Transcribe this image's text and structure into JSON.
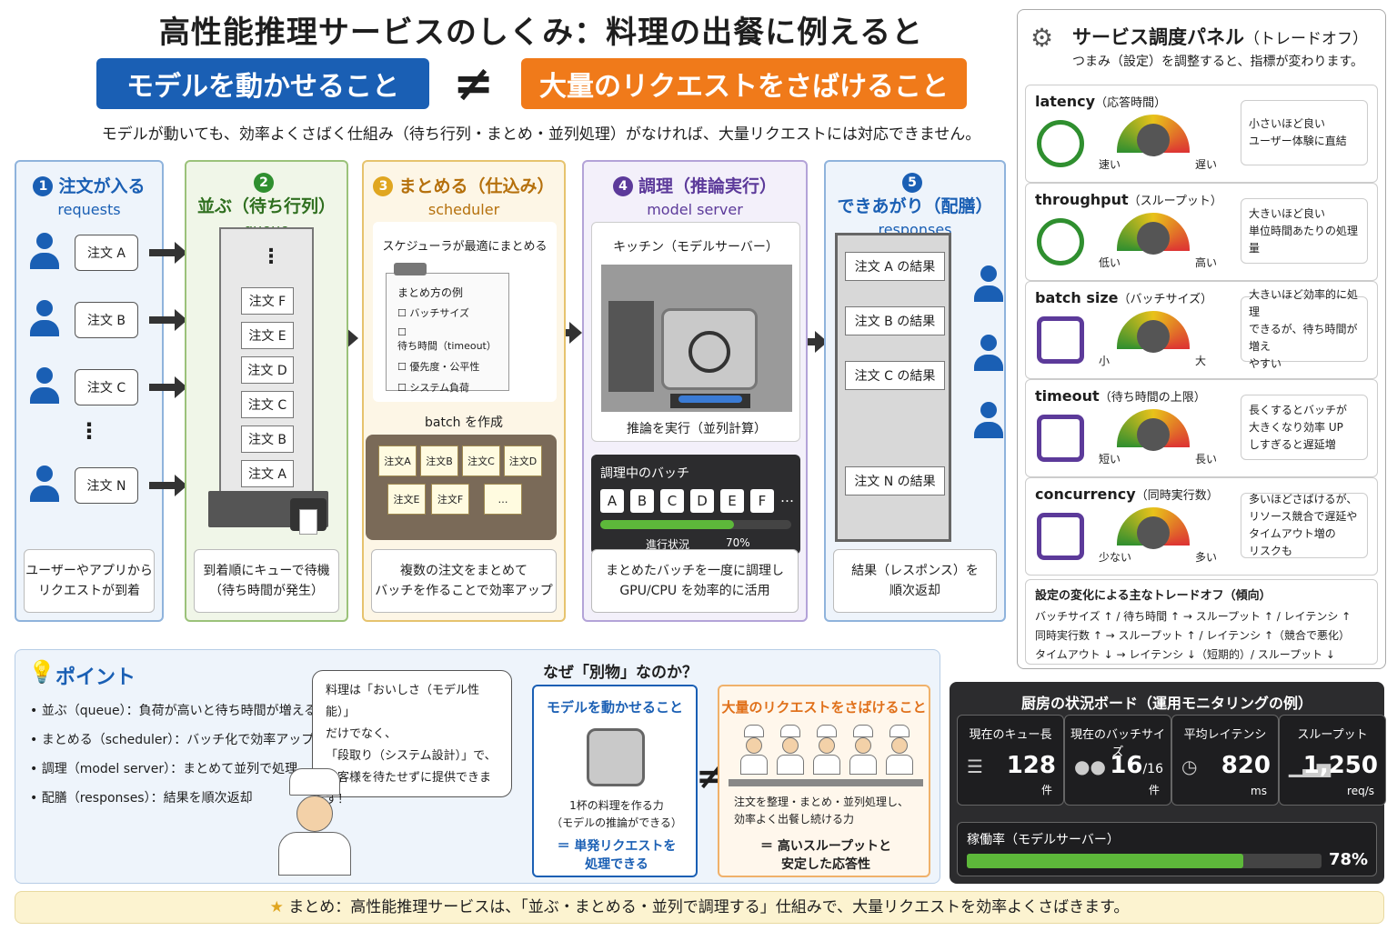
{
  "header": {
    "title": "高性能推理サービスのしくみ：料理の出餐に例えると",
    "left_pill": "モデルを動かせること",
    "neq": "≠",
    "right_pill": "大量のリクエストをさばけること",
    "subtitle": "モデルが動いても、効率よくさばく仕組み（待ち行列・まとめ・並列処理）がなければ、大量リクエストには対応できません。"
  },
  "colors": {
    "blue": "#1a5fb4",
    "orange": "#f07a1a",
    "green": "#2f8f2f",
    "purple": "#5c3a9a",
    "yellow": "#e0a620"
  },
  "stages": [
    {
      "num": "1",
      "title": "注文が入る",
      "sub": "requests",
      "caption": "ユーザーやアプリから\nリクエストが到着",
      "orders": [
        "注文 A",
        "注文 B",
        "注文 C",
        "注文 N"
      ],
      "dots": "⋮"
    },
    {
      "num": "2",
      "title": "並ぶ（待ち行列）",
      "sub": "queue",
      "caption": "到着順にキューで待機\n（待ち時間が発生）",
      "slots": [
        "注文 F",
        "注文 E",
        "注文 D",
        "注文 C",
        "注文 B",
        "注文 A"
      ],
      "dots": "⋮"
    },
    {
      "num": "3",
      "title": "まとめる（仕込み）",
      "sub": "scheduler",
      "caption": "複数の注文をまとめて\nバッチを作ることで効率アップ",
      "board_title": "スケジューラが最適にまとめる",
      "clip_title": "まとめ方の例",
      "options": [
        "バッチサイズ",
        "待ち時間（timeout）",
        "優先度・公平性",
        "システム負荷"
      ],
      "batch_label": "batch を作成",
      "chips": [
        "注文A",
        "注文B",
        "注文C",
        "注文D",
        "注文E",
        "注文F",
        "…"
      ]
    },
    {
      "num": "4",
      "title": "調理（推論実行）",
      "sub": "model server",
      "caption": "まとめたバッチを一度に調理し\nGPU/CPU を効率的に活用",
      "kitchen_title": "キッチン（モデルサーバー）",
      "kitchen_caption": "推論を実行（並列計算）",
      "batch_title": "調理中のバッチ",
      "letters": [
        "A",
        "B",
        "C",
        "D",
        "E",
        "F"
      ],
      "more": "…",
      "progress_label": "進行状況",
      "progress": "70%",
      "progress_value": 0.7
    },
    {
      "num": "5",
      "title": "できあがり（配膳）",
      "sub": "responses",
      "caption": "結果（レスポンス）を\n順次返却",
      "results": [
        "注文 A の結果",
        "注文 B の結果",
        "注文 C の結果",
        "注文 N の結果"
      ]
    }
  ],
  "panel": {
    "title": "サービス調度パネル",
    "title_suffix": "（トレードオフ）",
    "subtitle": "つまみ（設定）を調整すると、指標が変わります。",
    "rows": [
      {
        "label": "latency",
        "label_jp": "（応答時間）",
        "low": "速い",
        "high": "遅い",
        "desc": "小さいほど良い\nユーザー体験に直結",
        "icon": "clock-icon",
        "level": 0.7
      },
      {
        "label": "throughput",
        "label_jp": "（スループット）",
        "low": "低い",
        "high": "高い",
        "desc": "大きいほど良い\n単位時間あたりの処理量",
        "icon": "speedometer-icon",
        "level": 0.7
      },
      {
        "label": "batch size",
        "label_jp": "（バッチサイズ）",
        "low": "小",
        "high": "大",
        "desc": "大きいほど効率的に処理\nできるが、待ち時間が増え\nやすい",
        "icon": "people-icon",
        "level": 0.55
      },
      {
        "label": "timeout",
        "label_jp": "（待ち時間の上限）",
        "low": "短い",
        "high": "長い",
        "desc": "長くするとバッチが\n大きくなり効率 UP\nしすぎると遅延増",
        "icon": "hourglass-icon",
        "level": 0.6
      },
      {
        "label": "concurrency",
        "label_jp": "（同時実行数）",
        "low": "少ない",
        "high": "多い",
        "desc": "多いほどさばけるが、\nリソース競合で遅延や\nタイムアウト増の\nリスクも",
        "icon": "people-icon",
        "level": 0.5
      }
    ],
    "tradeoff_title": "設定の変化による主なトレードオフ（傾向）",
    "tradeoffs": [
      "バッチサイズ ↑ / 待ち時間 ↑ → スループット ↑ / レイテンシ ↑",
      "同時実行数 ↑ → スループット ↑ / レイテンシ ↑（競合で悪化）",
      "タイムアウト ↓ → レイテンシ ↓（短期的）/ スループット ↓"
    ]
  },
  "points": {
    "title": "ポイント",
    "items": [
      "並ぶ（queue）：負荷が高いと待ち時間が増える",
      "まとめる（scheduler）：バッチ化で効率アップ",
      "調理（model server）：まとめて並列で処理",
      "配膳（responses）：結果を順次返却"
    ],
    "speech": "料理は「おいしさ（モデル性能）」\nだけでなく、\n「段取り（システム設計）」で、\nお客様を待たせずに提供できます！"
  },
  "why": {
    "title": "なぜ「別物」なのか？",
    "left_title": "モデルを動かせること",
    "left_desc": "1杯の料理を作る力\n（モデルの推論ができる）",
    "left_result": "＝ 単発リクエストを\n処理できる",
    "neq": "≠",
    "right_title": "大量のリクエストをさばけること",
    "right_desc": "注文を整理・まとめ・並列処理し、\n効率よく出餐し続ける力",
    "right_result": "＝ 高いスループットと\n安定した応答性"
  },
  "board": {
    "title": "厨房の状況ボード（運用モニタリングの例）",
    "metrics": [
      {
        "label": "現在のキュー長",
        "value": "128",
        "unit": "件"
      },
      {
        "label": "現在のバッチサイズ",
        "value": "16",
        "value_suffix": "/16",
        "unit": "件"
      },
      {
        "label": "平均レイテンシ",
        "value": "820",
        "unit": "ms"
      },
      {
        "label": "スループット",
        "value": "1,250",
        "unit": "req/s"
      }
    ],
    "util_label": "稼働率（モデルサーバー）",
    "util_value": "78%",
    "util": 0.78
  },
  "summary": "まとめ：高性能推理サービスは、「並ぶ・まとめる・並列で調理する」仕組みで、大量リクエストを効率よくさばきます。"
}
